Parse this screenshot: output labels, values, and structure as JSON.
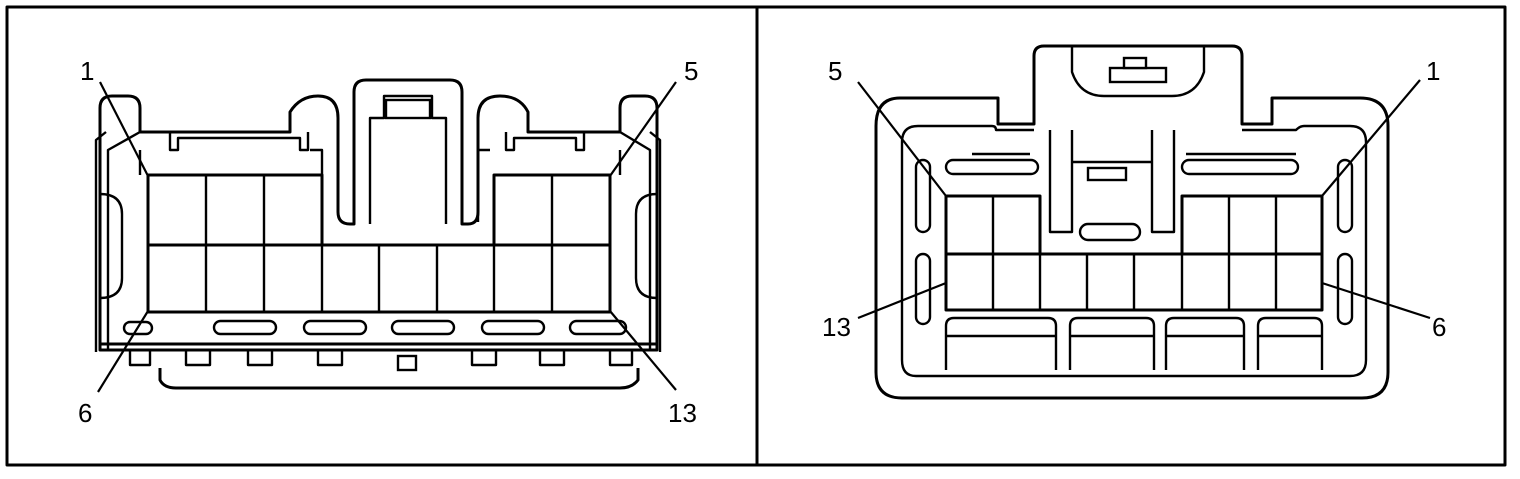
{
  "figure": {
    "left_view": {
      "labels": {
        "top_left": "1",
        "top_right": "5",
        "bottom_left": "6",
        "bottom_right": "13"
      }
    },
    "right_view": {
      "labels": {
        "top_left": "5",
        "top_right": "1",
        "bottom_left": "13",
        "bottom_right": "6"
      }
    }
  }
}
